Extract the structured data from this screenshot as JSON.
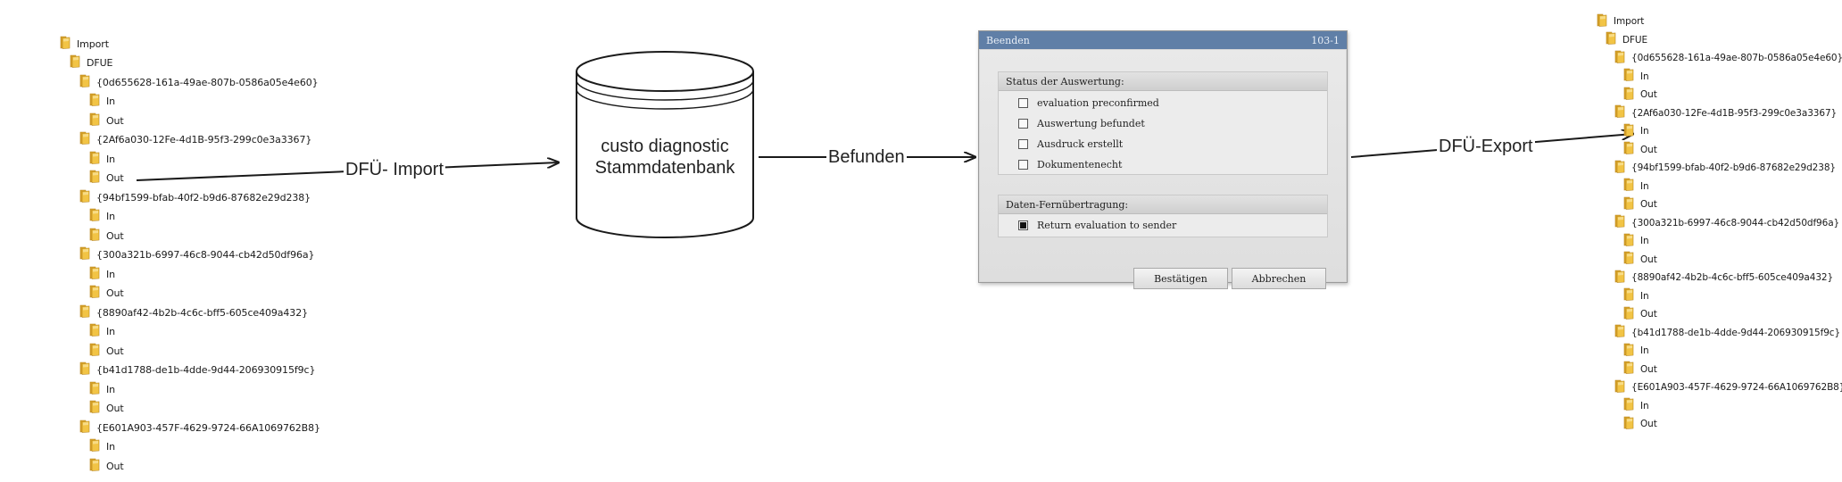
{
  "left_tree": {
    "root": "Import",
    "dfue": "DFUE",
    "guids": [
      "{0d655628-161a-49ae-807b-0586a05e4e60}",
      "{2Af6a030-12Fe-4d1B-95f3-299c0e3a3367}",
      "{94bf1599-bfab-40f2-b9d6-87682e29d238}",
      "{300a321b-6997-46c8-9044-cb42d50df96a}",
      "{8890af42-4b2b-4c6c-bff5-605ce409a432}",
      "{b41d1788-de1b-4dde-9d44-206930915f9c}",
      "{E601A903-457F-4629-9724-66A1069762B8}"
    ],
    "in_label": "In",
    "out_label": "Out"
  },
  "right_tree": {
    "root": "Import",
    "dfue": "DFUE",
    "guids": [
      "{0d655628-161a-49ae-807b-0586a05e4e60}",
      "{2Af6a030-12Fe-4d1B-95f3-299c0e3a3367}",
      "{94bf1599-bfab-40f2-b9d6-87682e29d238}",
      "{300a321b-6997-46c8-9044-cb42d50df96a}",
      "{8890af42-4b2b-4c6c-bff5-605ce409a432}",
      "{b41d1788-de1b-4dde-9d44-206930915f9c}",
      "{E601A903-457F-4629-9724-66A1069762B8}"
    ],
    "in_label": "In",
    "out_label": "Out"
  },
  "flow": {
    "import_label": "DFÜ- Import",
    "befunden_label": "Befunden",
    "export_label": "DFÜ-Export"
  },
  "database": {
    "label_line1": "custo diagnostic",
    "label_line2": "Stammdatenbank"
  },
  "dialog": {
    "title": "Beenden",
    "code": "103-1",
    "status_group_title": "Status der Auswertung:",
    "status_options": [
      {
        "label": "evaluation preconfirmed",
        "checked": false
      },
      {
        "label": "Auswertung befundet",
        "checked": false
      },
      {
        "label": "Ausdruck erstellt",
        "checked": false
      },
      {
        "label": "Dokumentenecht",
        "checked": false
      }
    ],
    "transfer_group_title": "Daten-Fernübertragung:",
    "transfer_option": {
      "label": "Return evaluation to sender",
      "checked": true
    },
    "confirm_button": "Bestätigen",
    "cancel_button": "Abbrechen"
  },
  "colors": {
    "folder_front": "#f2c445",
    "folder_back": "#d9a42a",
    "folder_edge": "#b8861d",
    "dialog_title": "#607fa7",
    "line": "#1a1a1a"
  }
}
